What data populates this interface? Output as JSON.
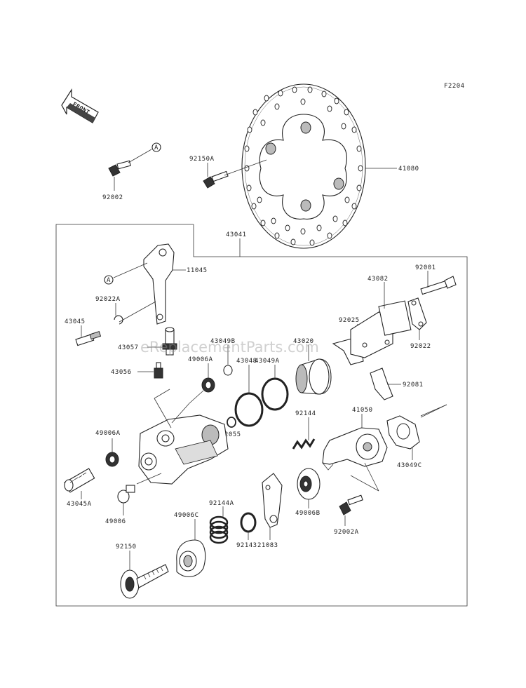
{
  "figure_code": "F2204",
  "front_label": "FRONT",
  "watermark": "eReplacementParts.com",
  "ref_marker": "A",
  "parts": {
    "disc": "41080",
    "disc_bolt": "92150A",
    "bolt_a": "92002",
    "caliper_assy": "43041",
    "bracket": "11045",
    "circlip": "92022A",
    "pin_top": "43045",
    "bleeder": "43057",
    "bleeder_cap": "43049B",
    "valve": "43056",
    "boot_a": "49006A",
    "seal": "43048",
    "seal_b": "43049A",
    "piston": "43020",
    "spring_ring": "92025",
    "pad": "43082",
    "pad_bolt": "92001",
    "pad_clip": "92022",
    "shim": "92081",
    "spring": "92144",
    "ring": "92055",
    "boot_a2": "49006A",
    "lever": "41050",
    "gasket": "43049C",
    "pin_bottom": "43045A",
    "boot": "49006",
    "boot_c": "49006C",
    "spring_a": "92144A",
    "washer": "92143",
    "cam": "21083",
    "boot_b": "49006B",
    "bolt_a2": "92002A",
    "bolt": "92150"
  }
}
